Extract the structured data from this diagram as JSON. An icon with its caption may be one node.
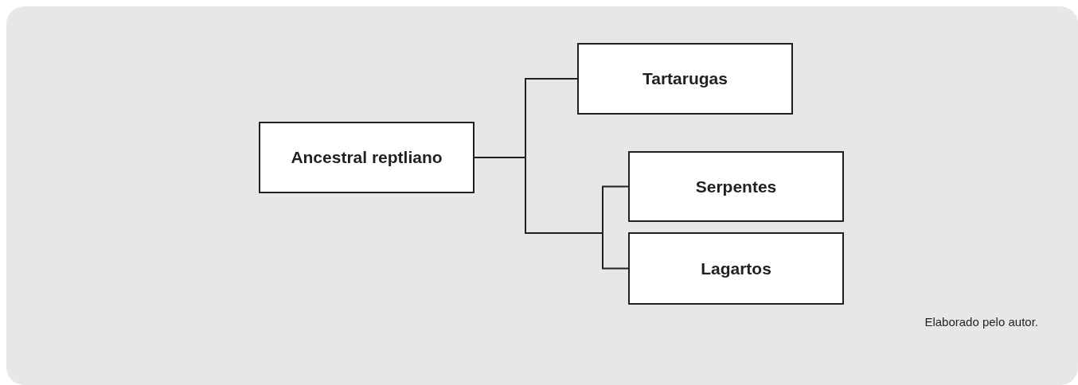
{
  "diagram": {
    "caption": "Elaborado pelo autor.",
    "nodes": [
      {
        "text": [
          "Ancestral reptliano"
        ]
      },
      {
        "text": [
          "Tartarugas"
        ]
      },
      {
        "text": [
          "Serpentes"
        ]
      },
      {
        "text": [
          "Lagartos"
        ]
      }
    ],
    "edges": [
      {
        "from": 0,
        "to": 1,
        "arrow": "none"
      },
      {
        "from": 0,
        "to": 2,
        "arrow": "none"
      },
      {
        "from": 0,
        "to": 3,
        "arrow": "none"
      }
    ]
  }
}
